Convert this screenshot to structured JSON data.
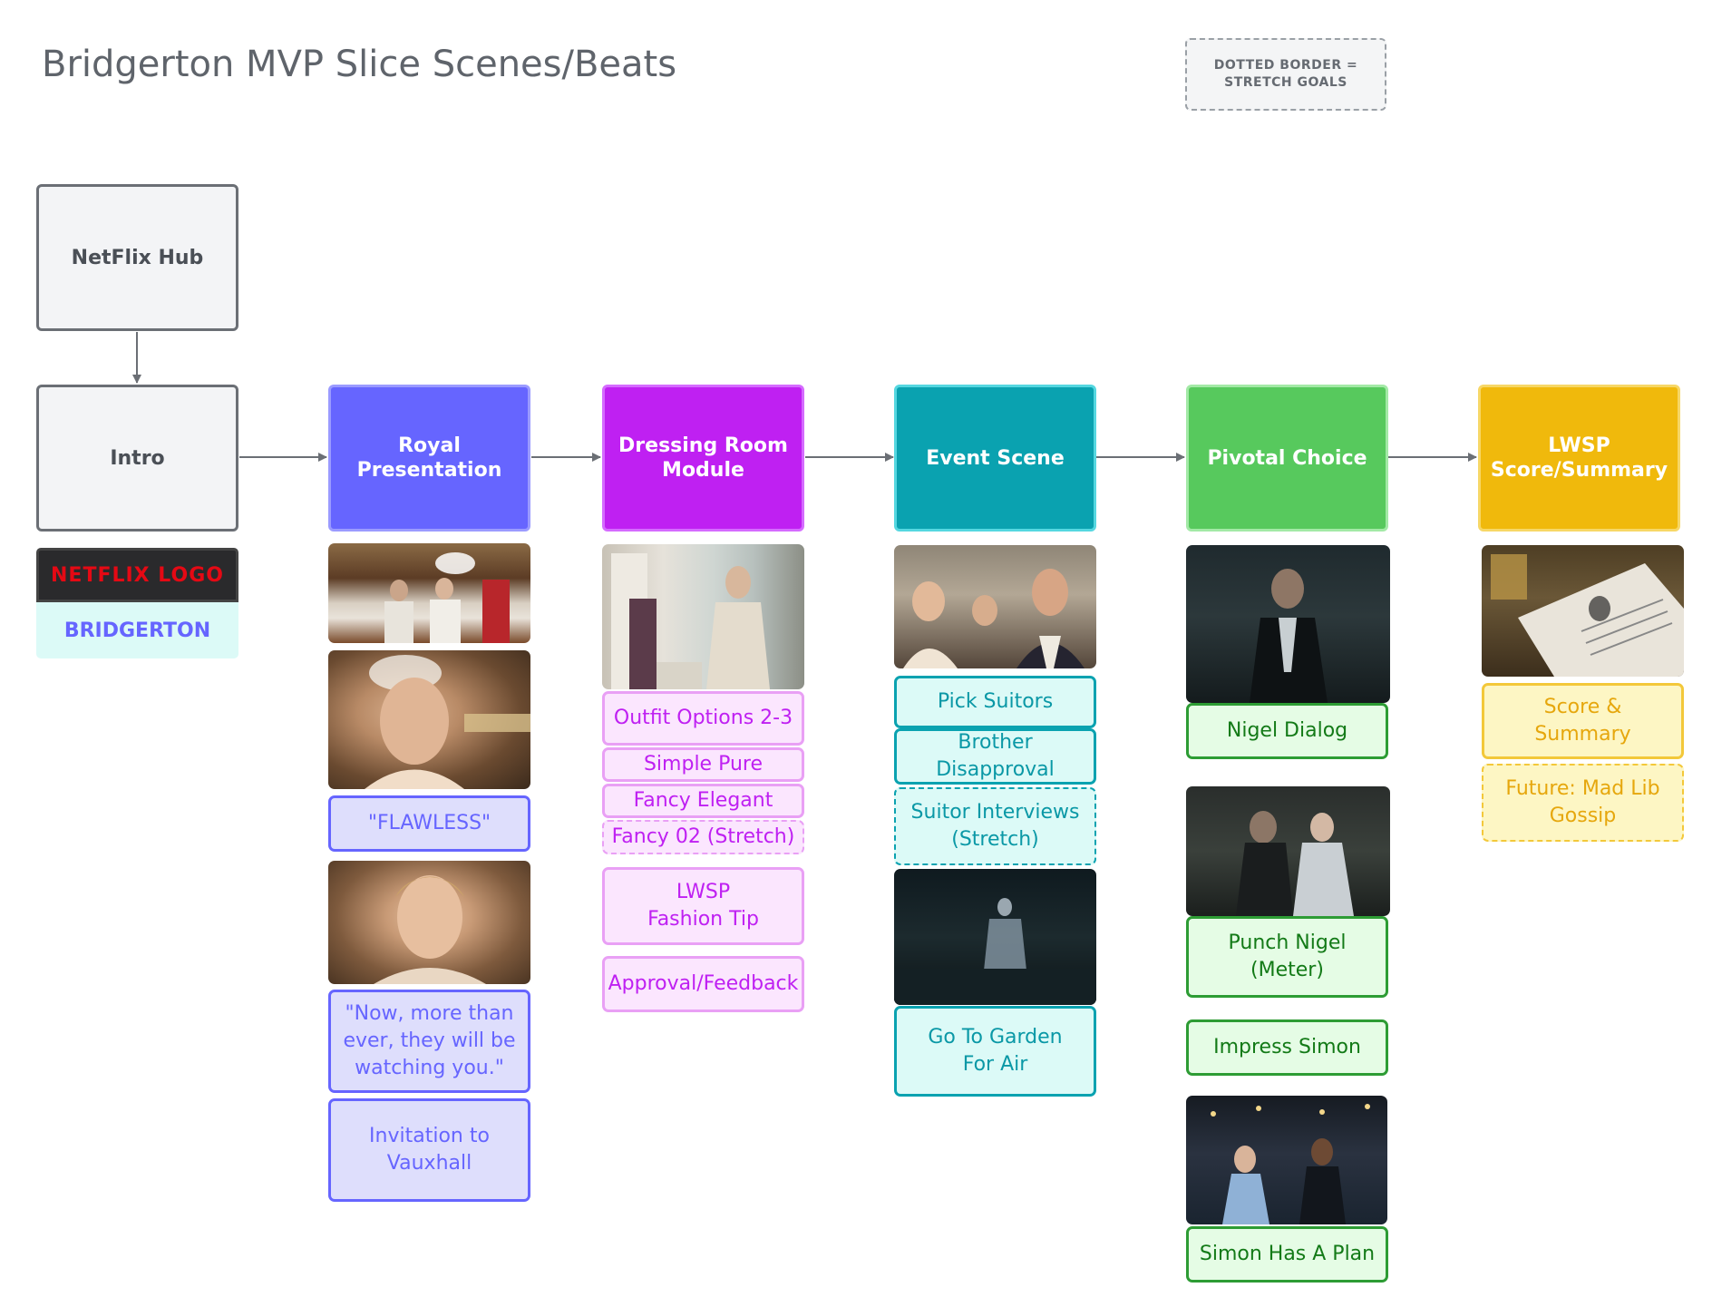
{
  "title": "Bridgerton MVP Slice Scenes/Beats",
  "legend": {
    "line1": "DOTTED BORDER =",
    "line2": "STRETCH GOALS"
  },
  "hub": "NetFlix Hub",
  "intro": "Intro",
  "netflix_logo": "NETFLIX LOGO",
  "bridgerton": "BRIDGERTON",
  "royal": {
    "title_1": "Royal",
    "title_2": "Presentation",
    "flawless": "\"FLAWLESS\"",
    "quote_1": "\"Now, more than",
    "quote_2": "ever, they will be",
    "quote_3": "watching you.\"",
    "invitation_1": "Invitation to",
    "invitation_2": "Vauxhall"
  },
  "dressing": {
    "title_1": "Dressing Room",
    "title_2": "Module",
    "outfit": "Outfit Options 2-3",
    "simple": "Simple Pure",
    "fancy": "Fancy Elegant",
    "fancy02": "Fancy 02 (Stretch)",
    "tip_1": "LWSP",
    "tip_2": "Fashion Tip",
    "approval": "Approval/Feedback"
  },
  "event": {
    "title": "Event Scene",
    "pick": "Pick Suitors",
    "brother": "Brother Disapproval",
    "interviews_1": "Suitor Interviews",
    "interviews_2": "(Stretch)",
    "garden_1": "Go To Garden",
    "garden_2": "For Air"
  },
  "pivotal": {
    "title": "Pivotal Choice",
    "nigel": "Nigel Dialog",
    "punch_1": "Punch Nigel",
    "punch_2": "(Meter)",
    "impress": "Impress Simon",
    "plan": "Simon Has A Plan"
  },
  "lwsp": {
    "title_1": "LWSP",
    "title_2": "Score/Summary",
    "score_1": "Score &",
    "score_2": "Summary",
    "future_1": "Future: Mad Lib",
    "future_2": "Gossip"
  },
  "colors": {
    "royal": "#6665ff",
    "royal_light": "#dedefc",
    "dressing": "#bf20f2",
    "dressing_light": "#fbe6fe",
    "event": "#0aa2b0",
    "event_light": "#dcfaf7",
    "pivotal": "#57c95d",
    "pivotal_light": "#e5fce5",
    "pivotal_text": "#137a17",
    "lwsp": "#f0b90c",
    "lwsp_light": "#fdf6c4",
    "lwsp_text": "#e6a70d",
    "netflix_red": "#e50914"
  }
}
